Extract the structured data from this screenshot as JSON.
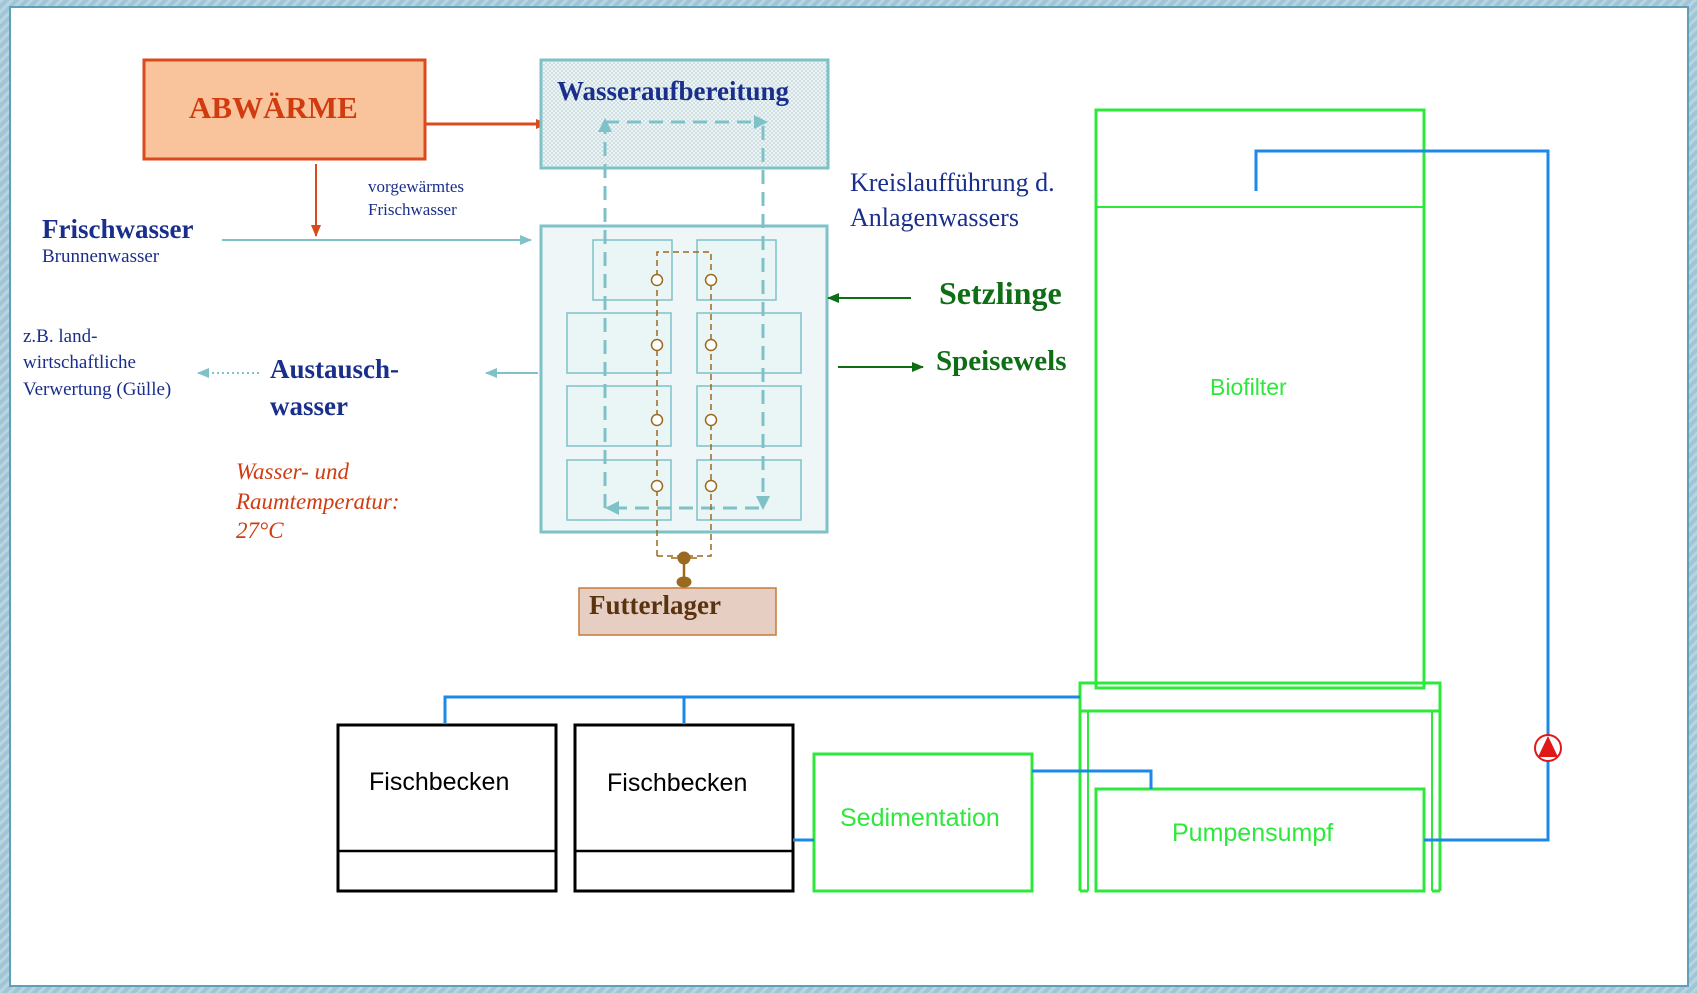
{
  "abwaerme": "ABWÄRME",
  "wasseraufbereitung": "Wasseraufbereitung",
  "vorgewaermtes": [
    "vorgewärmtes",
    "Frischwasser"
  ],
  "frischwasser": {
    "title": "Frischwasser",
    "subtitle": "Brunnenwasser"
  },
  "verwertung": [
    "z.B. land-",
    "wirtschaftliche",
    "Verwertung (Gülle)"
  ],
  "austausch": [
    "Austausch-",
    "wasser"
  ],
  "temperatur": [
    "Wasser- und",
    "Raumtemperatur:",
    "27°C"
  ],
  "kreislauf": [
    "Kreislaufführung d.",
    "Anlagenwassers"
  ],
  "setzlinge": "Setzlinge",
  "speisewels": "Speisewels",
  "futterlager": "Futterlager",
  "biofilter": "Biofilter",
  "fischbecken_1": "Fischbecken",
  "fischbecken_2": "Fischbecken",
  "sedimentation": "Sedimentation",
  "pumpensumpf": "Pumpensumpf",
  "colors": {
    "abwaerme_fill": "#f9c49c",
    "abwaerme_border": "#d94a1c",
    "abwaerme_text": "#d03c10",
    "navy": "#1a2f8c",
    "teal": "#7ec2c8",
    "green_dark": "#0e6e14",
    "green_bright": "#2ee83c",
    "blue_pipe": "#1e88e8",
    "brown": "#9a6a1e",
    "futter_fill": "#e6cfc2",
    "red_text": "#d03c10"
  }
}
